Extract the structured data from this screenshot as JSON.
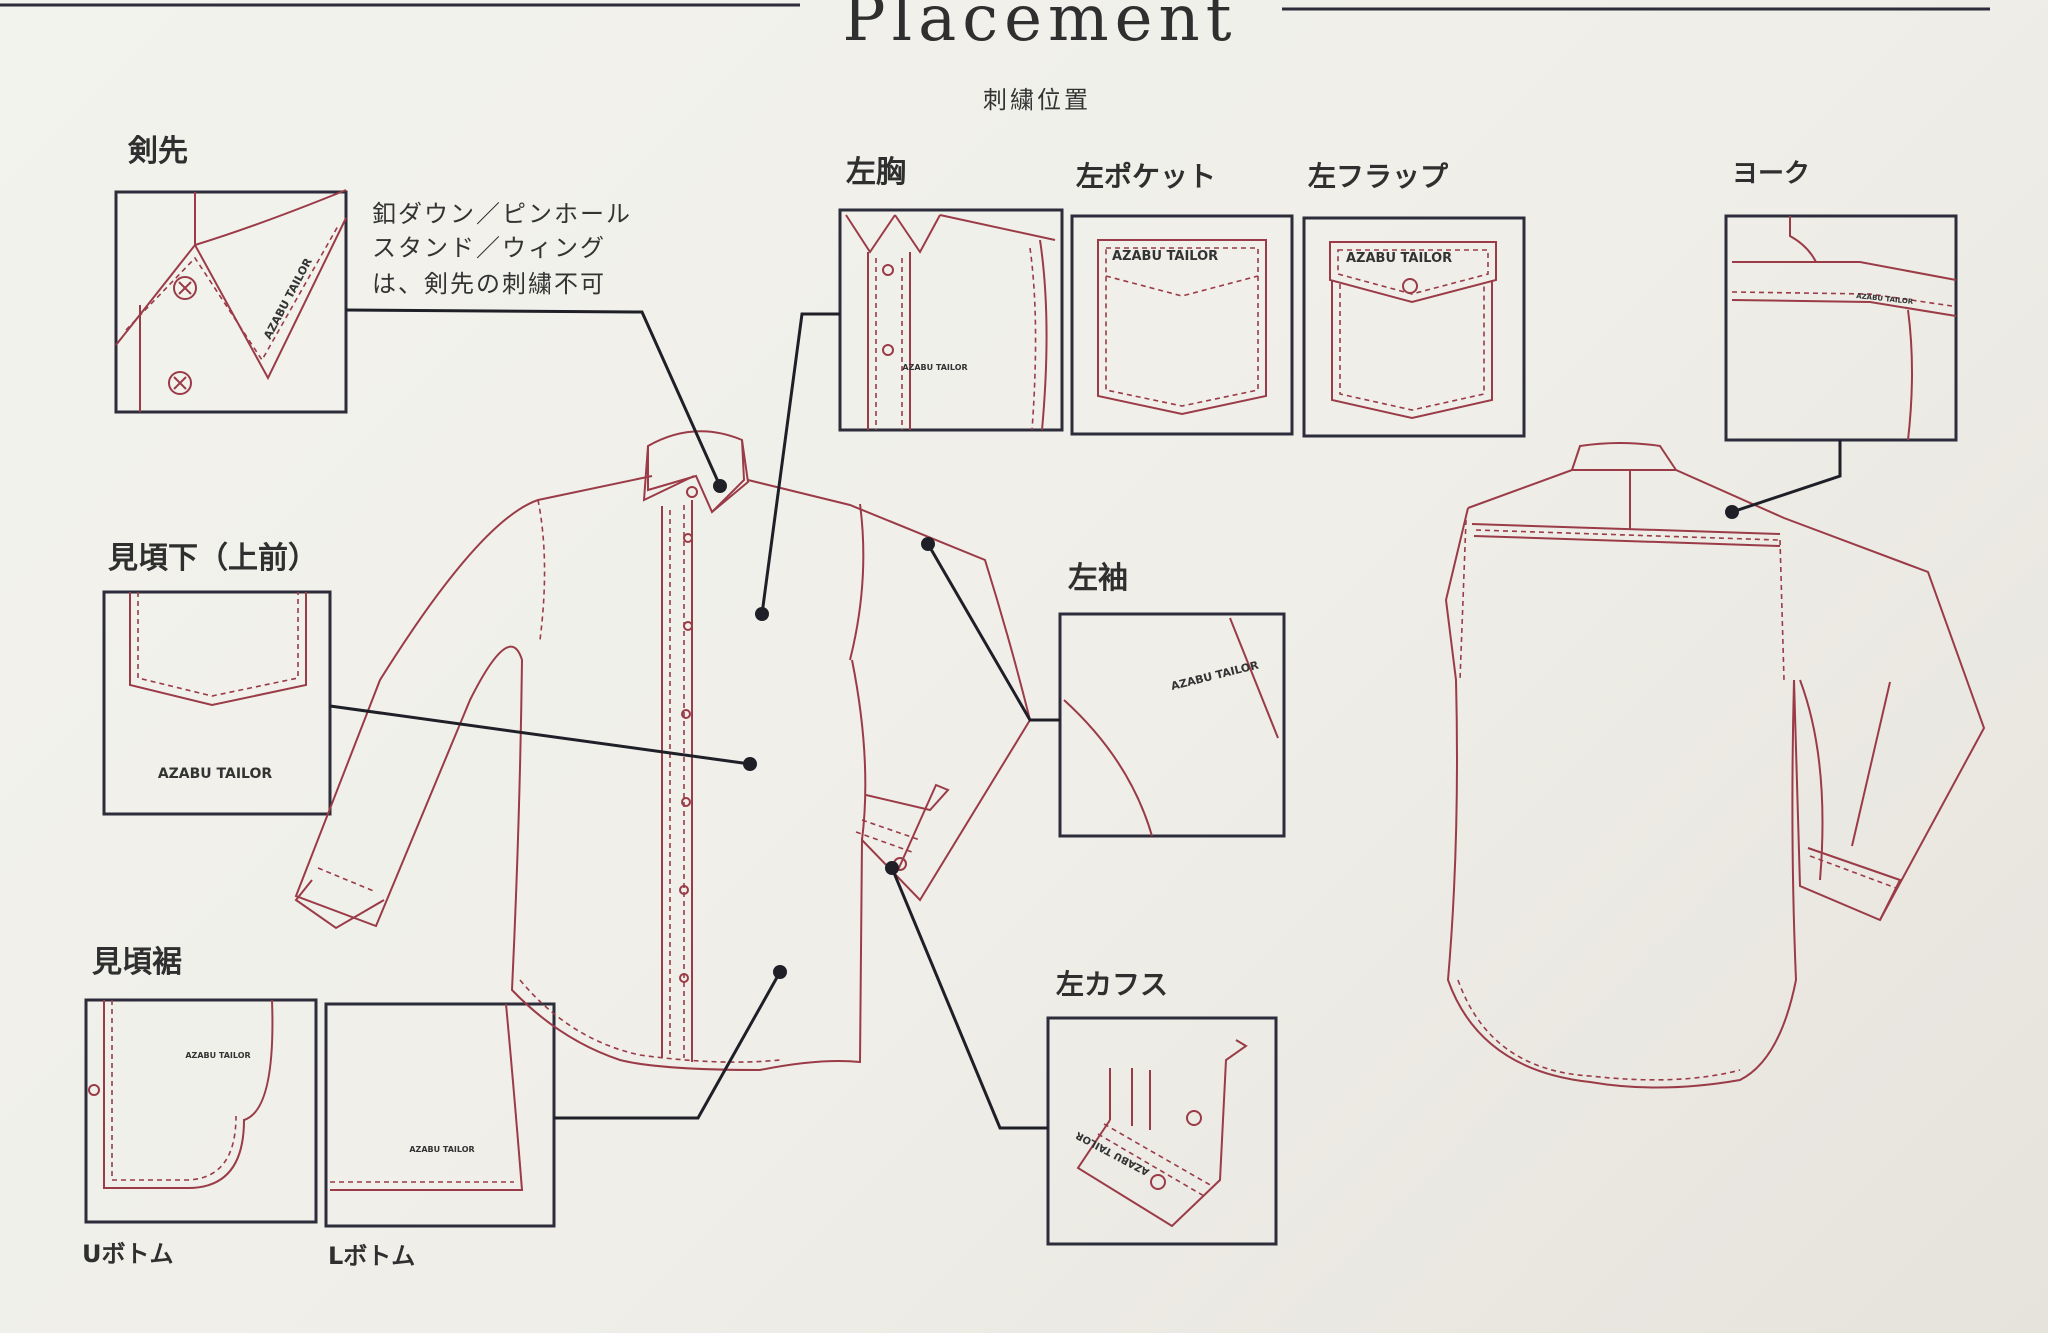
{
  "title": "Placement",
  "subtitle": "刺繍位置",
  "callouts": {
    "collar_tip": {
      "label": "剣先",
      "note_lines": [
        "釦ダウン／ピンホール",
        "スタンド／ウィング",
        "は、剣先の刺繍不可"
      ]
    },
    "placket": {
      "label": "見頃下（上前）"
    },
    "hem": {
      "label": "見頃裾",
      "variant_u": "Uボトム",
      "variant_l": "Lボトム"
    },
    "left_chest": {
      "label": "左胸"
    },
    "left_pocket": {
      "label": "左ポケット"
    },
    "left_flap": {
      "label": "左フラップ"
    },
    "yoke": {
      "label": "ヨーク"
    },
    "left_sleeve": {
      "label": "左袖"
    },
    "left_cuff": {
      "label": "左カフス"
    }
  },
  "embroidery_text": "AZABU TAILOR",
  "colors": {
    "stitch": "#9a3b47",
    "frame": "#2c2c3a",
    "leader": "#1f1f28"
  }
}
